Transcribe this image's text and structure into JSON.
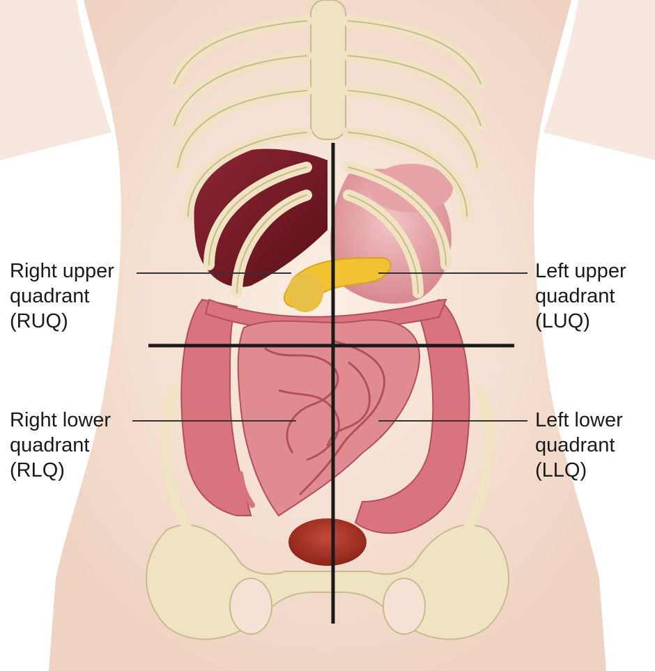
{
  "labels": {
    "ruq": {
      "line1": "Right upper",
      "line2": "quadrant",
      "line3": "(RUQ)"
    },
    "luq": {
      "line1": "Left upper",
      "line2": "quadrant",
      "line3": "(LUQ)"
    },
    "rlq": {
      "line1": "Right lower",
      "line2": "quadrant",
      "line3": "(RLQ)"
    },
    "llq": {
      "line1": "Left lower",
      "line2": "quadrant",
      "line3": "(LLQ)"
    }
  },
  "colors": {
    "skin": "#f5e2d5",
    "bone": "#efe3c2",
    "bone_outline": "#c9b98e",
    "liver": "#7b1e2a",
    "stomach": "#e8a7ad",
    "intestine": "#d9737d",
    "intestine_dark": "#b24f5a",
    "pancreas": "#f1c232",
    "bladder": "#a83226",
    "divider": "#1a1a1a"
  }
}
